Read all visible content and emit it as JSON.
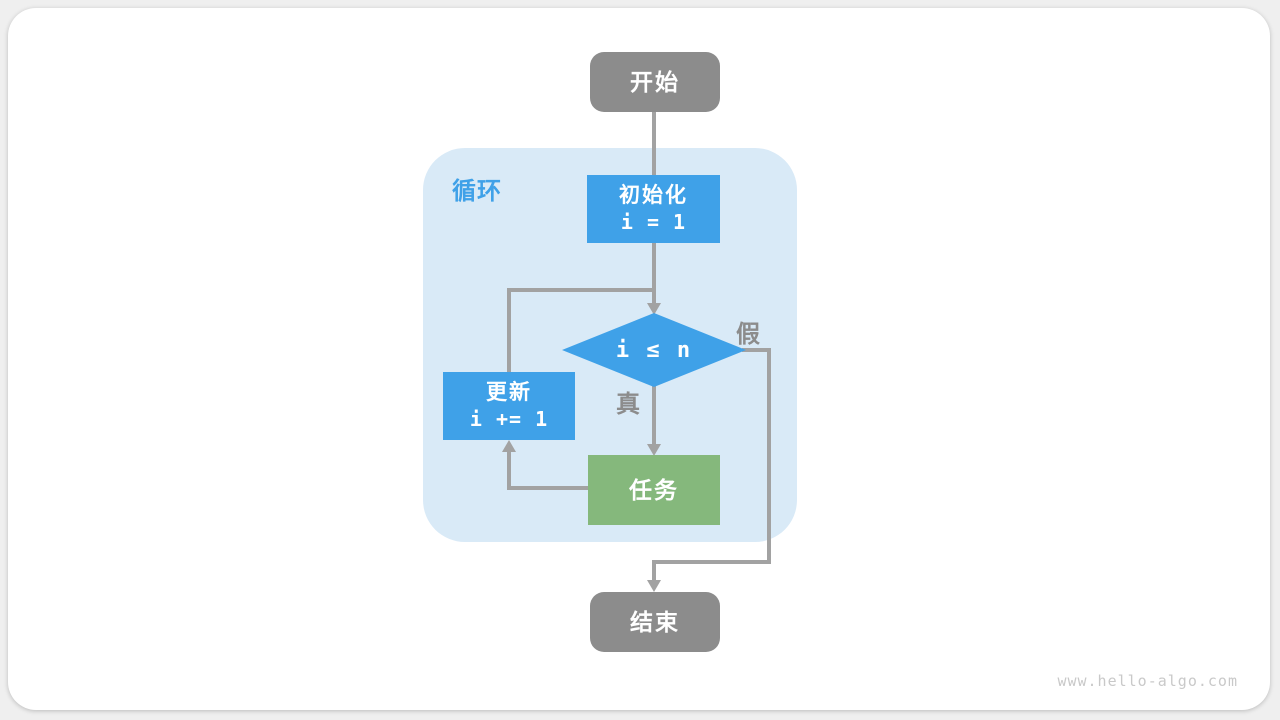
{
  "colors": {
    "page-bg": "#efefef",
    "card-bg": "#ffffff",
    "node-blue": "#3fa1e8",
    "node-green": "#85b87c",
    "node-gray": "#8c8c8c",
    "container-blue": "#d9eaf7",
    "line-gray": "#a2a2a2",
    "label-gray": "#8c8c8c",
    "watermark-gray": "#c9c9c9"
  },
  "nodes": {
    "start": {
      "label": "开始"
    },
    "init": {
      "title": "初始化",
      "code": "i = 1"
    },
    "condition": {
      "code": "i ≤ n"
    },
    "task": {
      "label": "任务"
    },
    "update": {
      "title": "更新",
      "code": "i += 1"
    },
    "end": {
      "label": "结束"
    }
  },
  "labels": {
    "loop": "循环",
    "true_branch": "真",
    "false_branch": "假"
  },
  "watermark": "www.hello-algo.com"
}
